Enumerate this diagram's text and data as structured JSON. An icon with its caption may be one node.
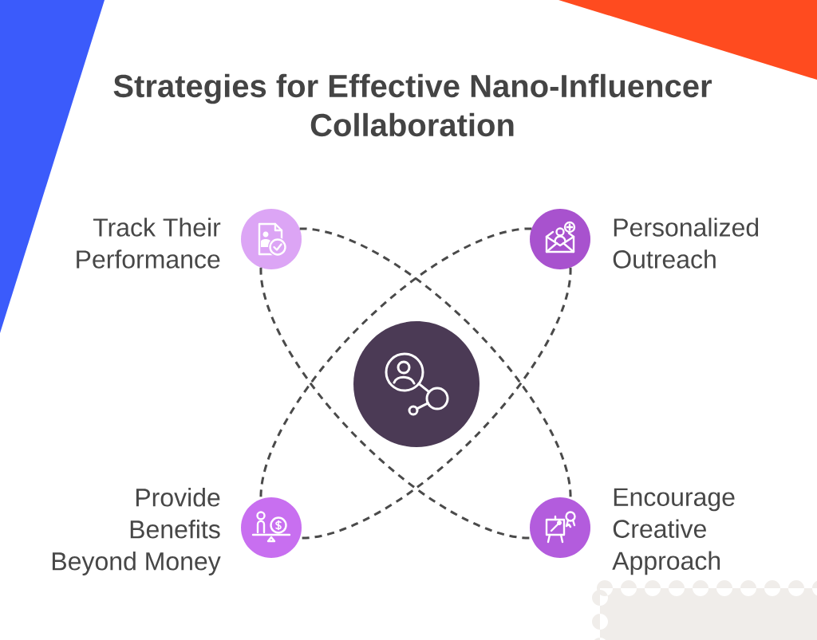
{
  "diagram": {
    "title": "Strategies for Effective Nano-Influencer Collaboration",
    "nodes": [
      {
        "text": [],
        "shape": "circle",
        "beside": [
          "Track Their Performance"
        ]
      },
      {
        "text": [],
        "shape": "circle",
        "beside": [
          "Personalized Outreach"
        ]
      },
      {
        "text": [],
        "shape": "circle"
      },
      {
        "text": [],
        "shape": "circle",
        "beside": [
          "Provide Benefits Beyond Money"
        ]
      },
      {
        "text": [],
        "shape": "circle",
        "beside": [
          "Encourage Creative Approach"
        ]
      }
    ],
    "edges": [
      {
        "from": 0,
        "to": 4,
        "arrow": "none",
        "style": "dashed"
      },
      {
        "from": 0,
        "to": 4,
        "arrow": "none",
        "style": "dashed"
      },
      {
        "from": 1,
        "to": 3,
        "arrow": "none",
        "style": "dashed"
      },
      {
        "from": 1,
        "to": 3,
        "arrow": "none",
        "style": "dashed"
      }
    ]
  }
}
